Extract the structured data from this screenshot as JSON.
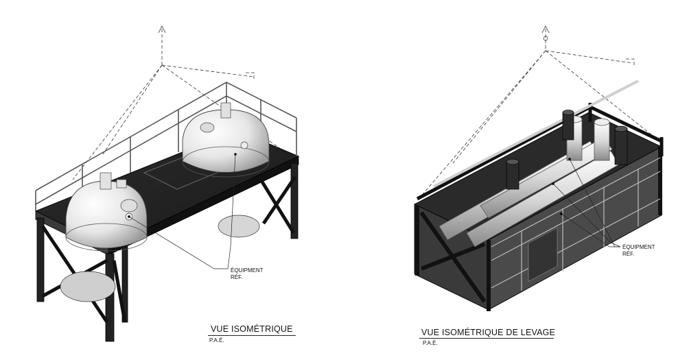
{
  "views": [
    {
      "title": "VUE ISOMÉTRIQUE",
      "scale": "P.A.É.",
      "callout": [
        "ÉQUIPMENT",
        "RÉF."
      ]
    },
    {
      "title": "VUE ISOMÉTRIQUE DE LEVAGE",
      "scale": "P.A.É.",
      "callout": [
        "ÉQUIPMENT",
        "RÉF."
      ]
    }
  ]
}
